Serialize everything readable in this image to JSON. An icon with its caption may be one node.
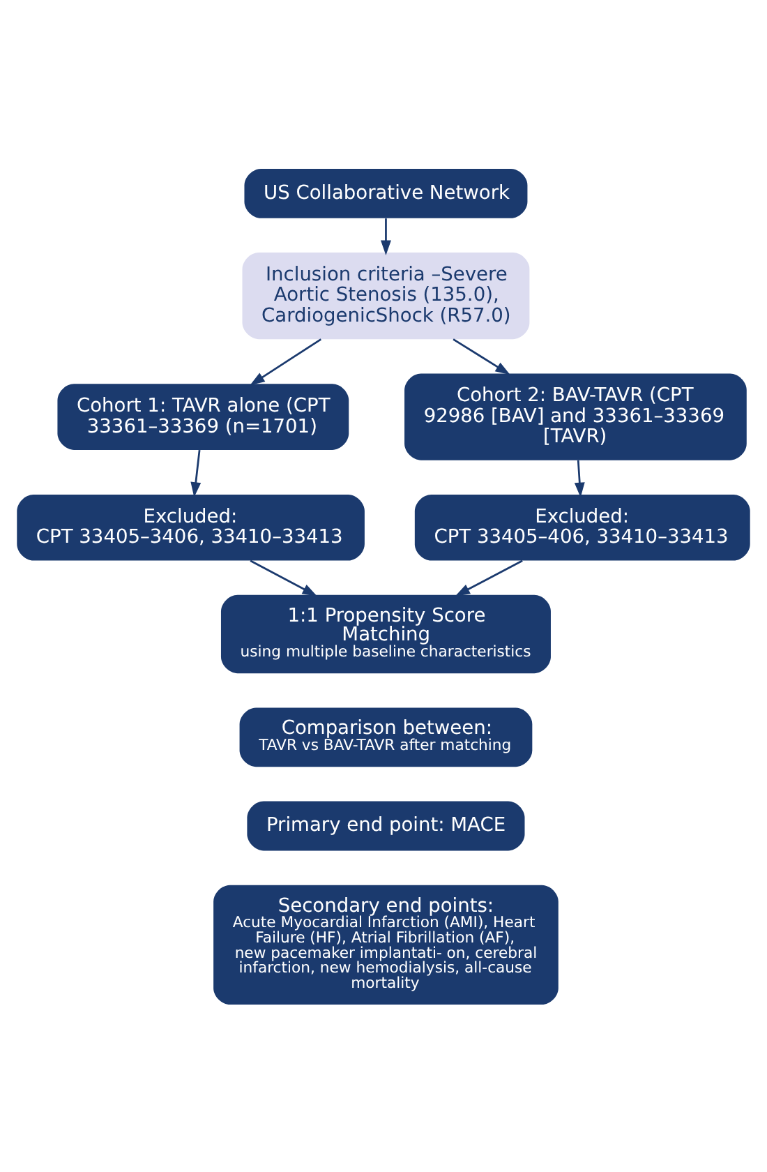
{
  "diagram": {
    "nodes": [
      {
        "text": [
          "US Collaborative Network"
        ]
      },
      {
        "text": [
          "Inclusion criteria –Severe Aortic Stenosis (135.0), CardiogenicShock (R57.0)"
        ]
      },
      {
        "text": [
          "Cohort 1: TAVR alone (CPT 33361–33369 (n=1701)"
        ]
      },
      {
        "text": [
          "Cohort 2: BAV-TAVR (CPT 92986 [BAV] and 33361–33369 [TAVR)"
        ]
      },
      {
        "text": [
          "Excluded:",
          "CPT 33405–3406, 33410–33413"
        ]
      },
      {
        "text": [
          "Excluded:",
          "CPT 33405–406, 33410–33413"
        ]
      },
      {
        "text": [
          "1:1 Propensity Score Matching",
          "using multiple baseline characteristics"
        ]
      },
      {
        "text": [
          "Comparison between:",
          "TAVR vs BAV-TAVR after matching"
        ]
      },
      {
        "text": [
          "Primary end point: MACE"
        ]
      },
      {
        "text": [
          "Secondary end points:",
          "Acute Myocardial Infarction (AMI), Heart Failure (HF), Atrial Fibrillation (AF), new pacemaker implantati- on, cerebral infarction, new hemodialysis, all-cause mortality"
        ]
      }
    ],
    "edges": [
      {
        "from": 0,
        "to": 1,
        "arrow": "to"
      },
      {
        "from": 1,
        "to": 2,
        "arrow": "to"
      },
      {
        "from": 1,
        "to": 3,
        "arrow": "to"
      },
      {
        "from": 2,
        "to": 4,
        "arrow": "to"
      },
      {
        "from": 3,
        "to": 5,
        "arrow": "to"
      },
      {
        "from": 4,
        "to": 6,
        "arrow": "to"
      },
      {
        "from": 5,
        "to": 6,
        "arrow": "to"
      }
    ]
  }
}
